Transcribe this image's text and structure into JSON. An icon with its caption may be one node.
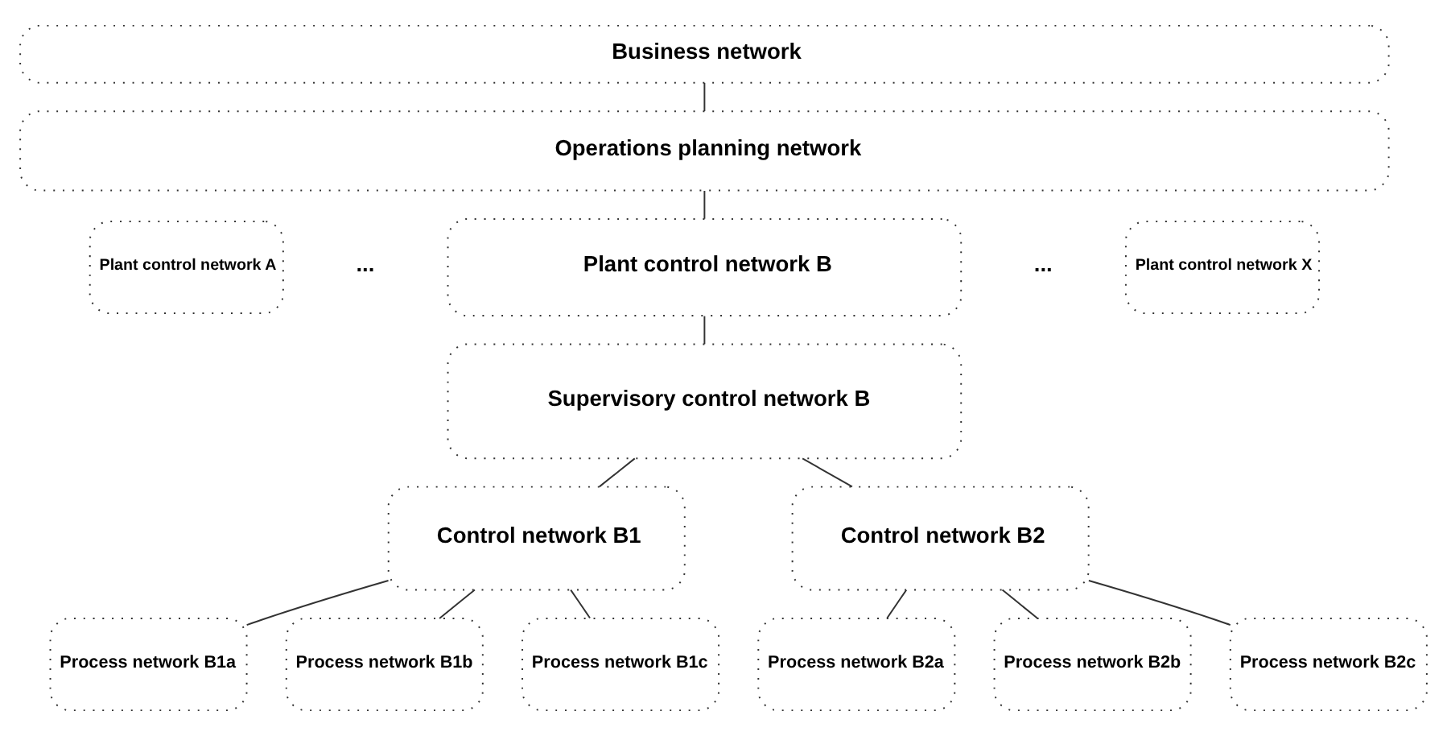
{
  "diagram": {
    "nodes": [
      {
        "text": [
          "Business network"
        ]
      },
      {
        "text": [
          "Operations planning network"
        ]
      },
      {
        "text": [
          "Plant control network A"
        ]
      },
      {
        "text": [
          "Plant control network B"
        ]
      },
      {
        "text": [
          "Plant control network X"
        ]
      },
      {
        "text": [
          "Supervisory control network B"
        ]
      },
      {
        "text": [
          "Control network B1"
        ]
      },
      {
        "text": [
          "Control network B2"
        ]
      },
      {
        "text": [
          "Process network B1a"
        ]
      },
      {
        "text": [
          "Process network B1b"
        ]
      },
      {
        "text": [
          "Process network B1c"
        ]
      },
      {
        "text": [
          "Process network B2a"
        ]
      },
      {
        "text": [
          "Process network B2b"
        ]
      },
      {
        "text": [
          "Process network B2c"
        ]
      }
    ],
    "edges": [
      {
        "from": 0,
        "to": 1,
        "arrow": "none"
      },
      {
        "from": 1,
        "to": 3,
        "arrow": "none"
      },
      {
        "from": 3,
        "to": 5,
        "arrow": "none"
      },
      {
        "from": 5,
        "to": 6,
        "arrow": "none"
      },
      {
        "from": 5,
        "to": 7,
        "arrow": "none"
      },
      {
        "from": 6,
        "to": 8,
        "arrow": "none"
      },
      {
        "from": 6,
        "to": 9,
        "arrow": "none"
      },
      {
        "from": 6,
        "to": 10,
        "arrow": "none"
      },
      {
        "from": 7,
        "to": 11,
        "arrow": "none"
      },
      {
        "from": 7,
        "to": 12,
        "arrow": "none"
      },
      {
        "from": 7,
        "to": 13,
        "arrow": "none"
      }
    ],
    "labels": [
      "...",
      "..."
    ]
  }
}
